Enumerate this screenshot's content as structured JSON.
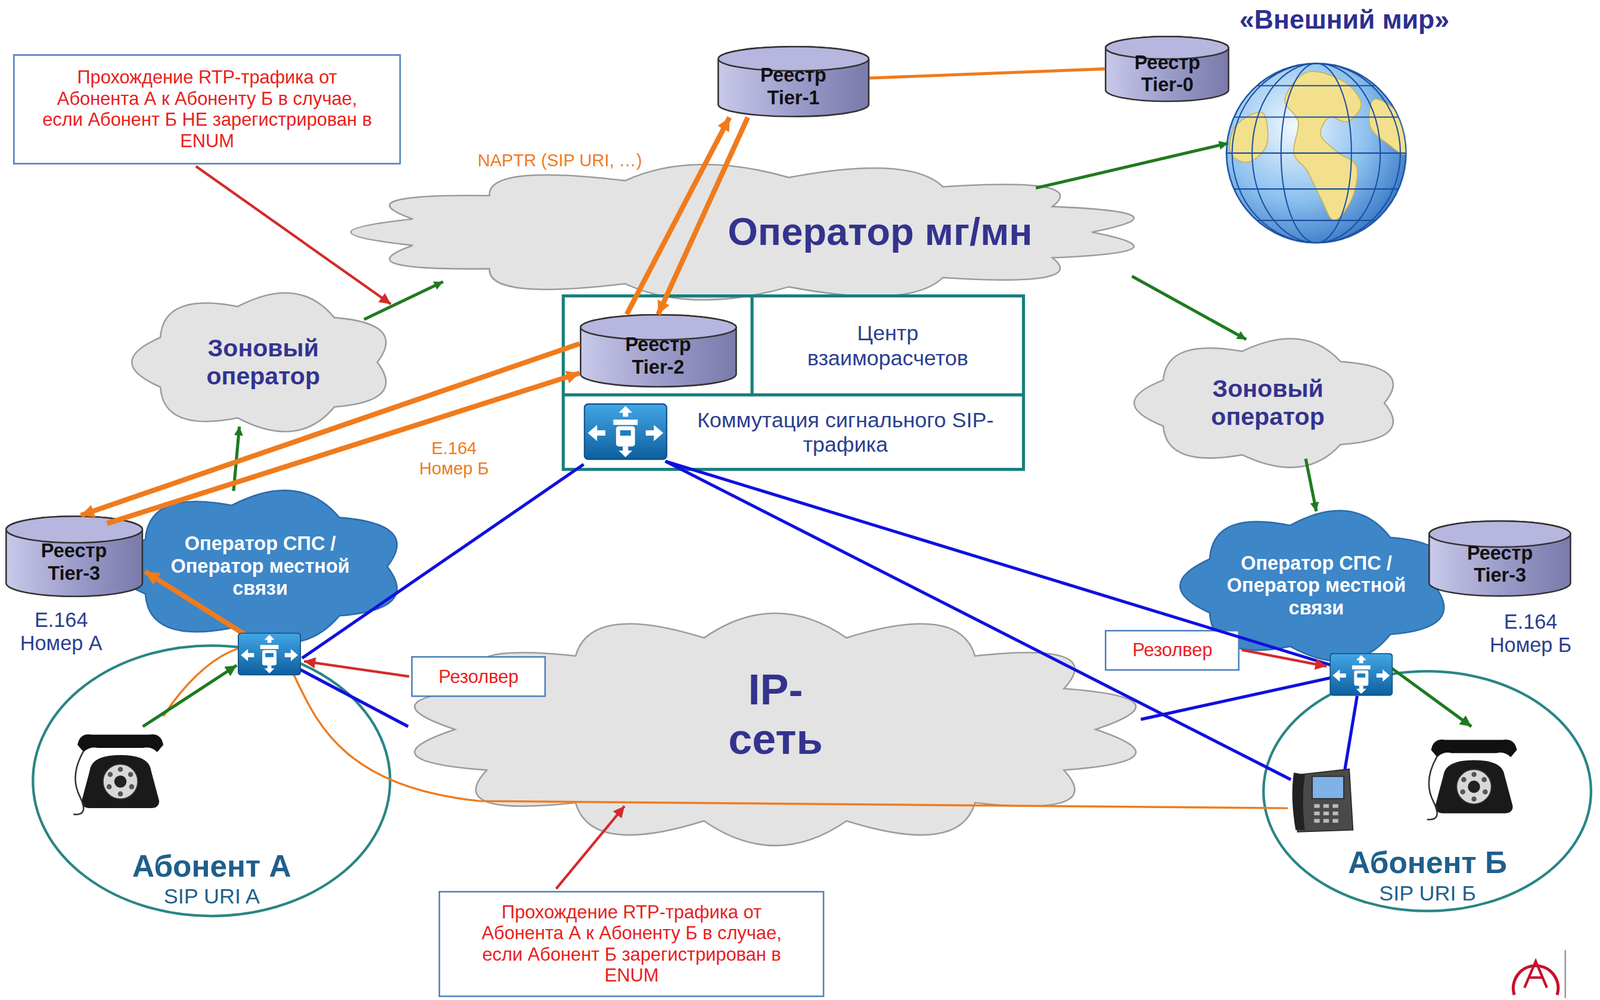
{
  "diagram": {
    "nodes": [
      {
        "text": [
          "Прохождение RTP-трафика от Абонента А к Абоненту Б в случае, если Абонент Б НЕ зарегистрирован в ENUM"
        ]
      },
      {
        "text": [
          "Реестр Tier-1"
        ]
      },
      {
        "text": [
          "Реестр Tier-0"
        ]
      },
      {
        "text": [
          "«Внешний мир»"
        ]
      },
      {
        "text": [
          "Оператор мг/мн"
        ]
      },
      {
        "text": [
          "Реестр Tier-2"
        ]
      },
      {
        "text": [
          "Центр взаиморасчетов"
        ]
      },
      {
        "text": [
          "Коммутация сигнального SIP-трафика"
        ]
      },
      {
        "text": [
          "Зоновый оператор"
        ]
      },
      {
        "text": [
          "Зоновый оператор"
        ]
      },
      {
        "text": [
          "Оператор СПС / Оператор местной связи"
        ]
      },
      {
        "text": [
          "Реестр Tier-3"
        ]
      },
      {
        "text": [
          "Оператор СПС / Оператор местной связи"
        ]
      },
      {
        "text": [
          "Реестр Tier-3"
        ]
      },
      {
        "text": [
          "IP- сеть"
        ]
      },
      {
        "text": [
          "Резолвер"
        ]
      },
      {
        "text": [
          "Резолвер"
        ]
      },
      {
        "text": [
          "Абонент А",
          "SIP URI A"
        ]
      },
      {
        "text": [
          "Абонент Б",
          "SIP URI Б"
        ]
      },
      {
        "text": [
          "Прохождение RTP-трафика от Абонента А к Абоненту Б в случае, если Абонент Б зарегистрирован в ENUM"
        ]
      }
    ],
    "edges": [
      {
        "from": 5,
        "to": 1,
        "arrow": "to"
      },
      {
        "from": 1,
        "to": 5,
        "arrow": "to"
      },
      {
        "from": 1,
        "to": 2,
        "arrow": "none"
      },
      {
        "from": 4,
        "to": 3,
        "arrow": "to"
      },
      {
        "from": 4,
        "to": 9,
        "arrow": "to"
      },
      {
        "from": 9,
        "to": 12,
        "arrow": "to"
      },
      {
        "from": 8,
        "to": 4,
        "arrow": "to"
      },
      {
        "from": 10,
        "to": 8,
        "arrow": "to"
      },
      {
        "from": 11,
        "to": 5,
        "arrow": "to"
      },
      {
        "from": 5,
        "to": 11,
        "arrow": "to"
      }
    ],
    "labels": [
      "NAPTR (SIP URI, …)",
      "E.164 Номер Б",
      "E.164 Номер А",
      "E.164 Номер Б"
    ]
  }
}
